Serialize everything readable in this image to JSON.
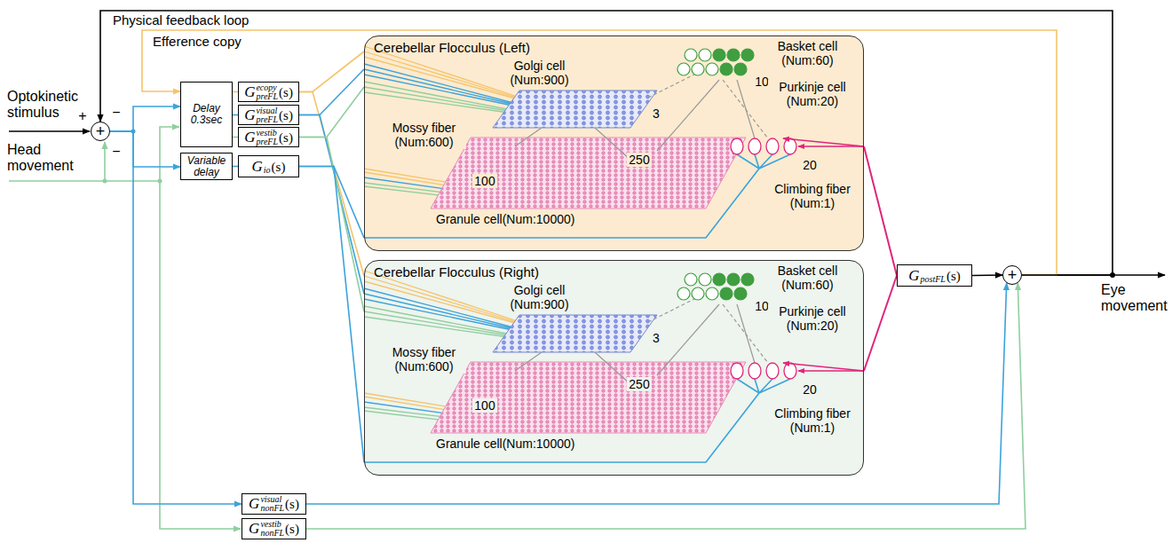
{
  "diagram": {
    "nodes": [
      {
        "text": [
          "+"
        ]
      },
      {
        "text": [
          "Delay 0.3sec"
        ]
      },
      {
        "text": [
          "Variable delay"
        ]
      },
      {
        "text": [
          "G",
          "ecopy",
          "preFL",
          "(s)"
        ]
      },
      {
        "text": [
          "G",
          "visual",
          "preFL",
          "(s)"
        ]
      },
      {
        "text": [
          "G",
          "vestib",
          "preFL",
          "(s)"
        ]
      },
      {
        "text": [
          "G",
          "io",
          "(s)"
        ]
      },
      {
        "text": [
          "Cerebellar Flocculus (Left)"
        ]
      },
      {
        "text": [
          "Cerebellar Flocculus (Right)"
        ]
      },
      {
        "text": [
          "G",
          "postFL",
          "(s)"
        ]
      },
      {
        "text": [
          "+"
        ]
      },
      {
        "text": [
          "G",
          "visual",
          "nonFL",
          "(s)"
        ]
      },
      {
        "text": [
          "G",
          "vestib",
          "nonFL",
          "(s)"
        ]
      }
    ],
    "edges": [
      {
        "from": 0,
        "to": 1,
        "arrow": "to"
      },
      {
        "from": 0,
        "to": 2,
        "arrow": "to"
      },
      {
        "from": 0,
        "to": 11,
        "arrow": "to"
      },
      {
        "from": 1,
        "to": 3,
        "arrow": "none"
      },
      {
        "from": 1,
        "to": 4,
        "arrow": "none"
      },
      {
        "from": 1,
        "to": 5,
        "arrow": "none"
      },
      {
        "from": 2,
        "to": 6,
        "arrow": "none"
      },
      {
        "from": 3,
        "to": 7,
        "arrow": "none"
      },
      {
        "from": 3,
        "to": 8,
        "arrow": "none"
      },
      {
        "from": 4,
        "to": 7,
        "arrow": "none"
      },
      {
        "from": 4,
        "to": 8,
        "arrow": "none"
      },
      {
        "from": 5,
        "to": 7,
        "arrow": "none"
      },
      {
        "from": 5,
        "to": 8,
        "arrow": "none"
      },
      {
        "from": 6,
        "to": 7,
        "arrow": "none"
      },
      {
        "from": 6,
        "to": 8,
        "arrow": "none"
      },
      {
        "from": 7,
        "to": 9,
        "arrow": "none"
      },
      {
        "from": 8,
        "to": 9,
        "arrow": "none"
      },
      {
        "from": 9,
        "to": 10,
        "arrow": "to"
      },
      {
        "from": 11,
        "to": 10,
        "arrow": "to"
      },
      {
        "from": 12,
        "to": 10,
        "arrow": "to"
      },
      {
        "from": 10,
        "to": 1,
        "arrow": "to",
        "label": "Efference copy"
      },
      {
        "from": 10,
        "to": 0,
        "arrow": "to",
        "label": "Physical feedback loop"
      }
    ],
    "labels": [
      "Optokinetic stimulus",
      "+",
      "−",
      "−",
      "Head movement",
      "Eye movement",
      "Golgi cell (Num:900)",
      "3",
      "Basket cell (Num:60)",
      "10",
      "Purkinje cell (Num:20)",
      "20",
      "Mossy fiber (Num:600)",
      "250",
      "100",
      "Granule cell(Num:10000)",
      "Climbing fiber (Num:1)",
      "Golgi cell (Num:900)",
      "3",
      "Basket cell (Num:60)",
      "10",
      "Purkinje cell (Num:20)",
      "20",
      "Mossy fiber (Num:600)",
      "250",
      "100",
      "Granule cell(Num:10000)",
      "Climbing fiber (Num:1)"
    ]
  }
}
